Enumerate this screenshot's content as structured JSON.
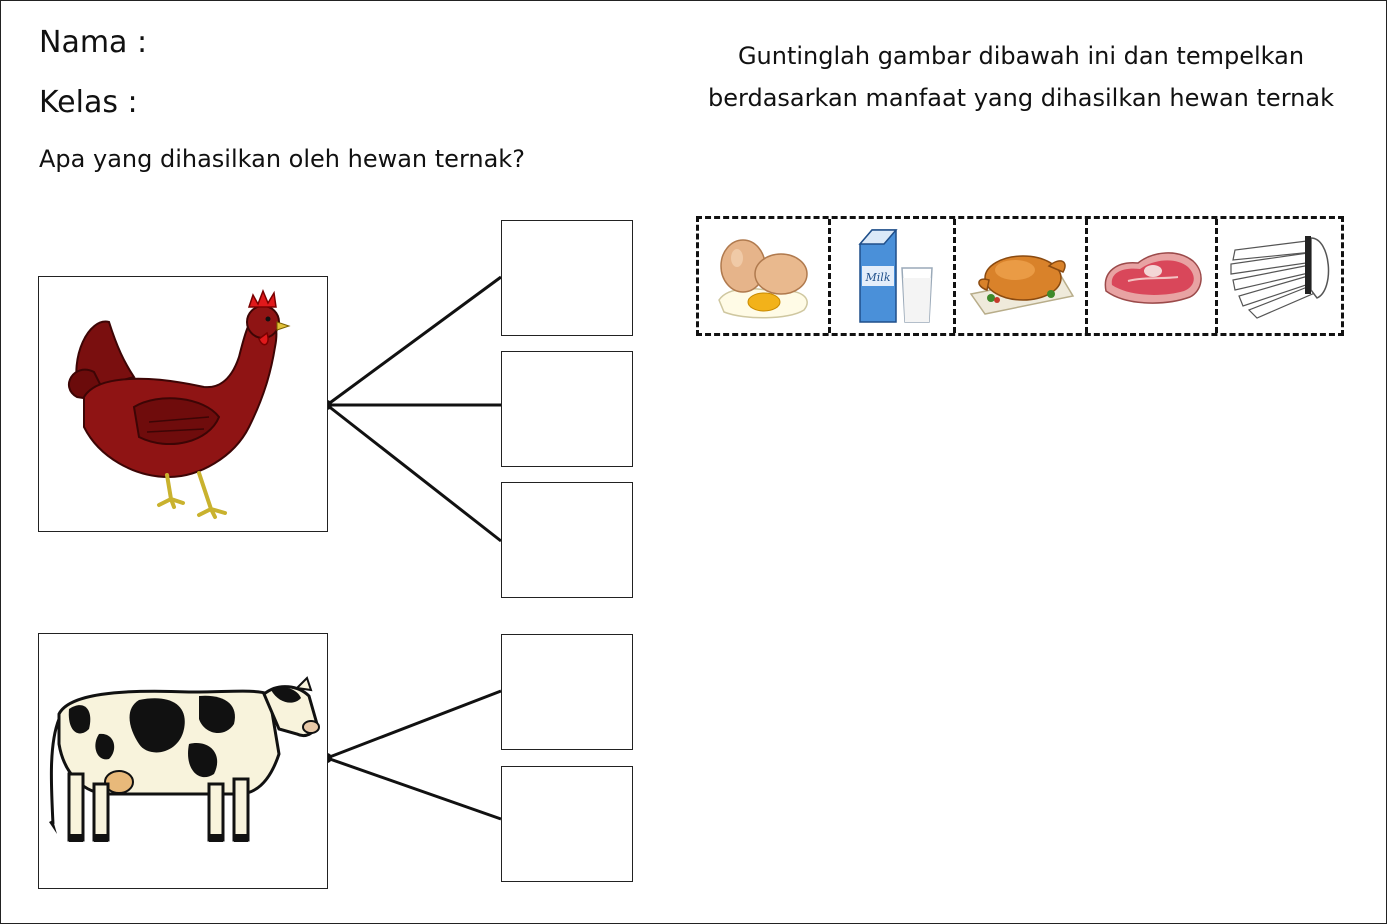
{
  "header": {
    "name_label": "Nama :",
    "class_label": "Kelas :",
    "question": "Apa yang dihasilkan oleh hewan ternak?"
  },
  "instruction": "Guntinglah gambar dibawah ini dan tempelkan berdasarkan manfaat yang dihasilkan hewan ternak",
  "animals": [
    {
      "name": "chicken",
      "answer_slots": 3
    },
    {
      "name": "cow",
      "answer_slots": 2
    }
  ],
  "cutout_items": [
    {
      "icon": "eggs-icon"
    },
    {
      "icon": "milk-icon"
    },
    {
      "icon": "roast-chicken-icon"
    },
    {
      "icon": "meat-icon"
    },
    {
      "icon": "shuttlecock-icon"
    }
  ]
}
